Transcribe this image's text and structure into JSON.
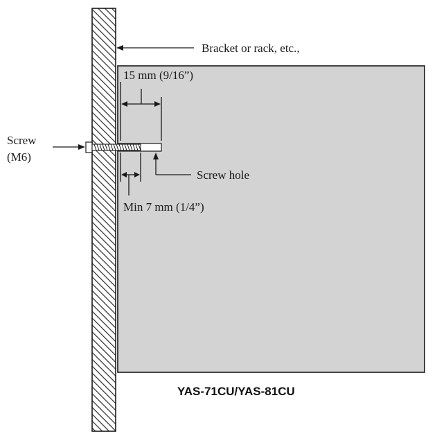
{
  "labels": {
    "bracket": "Bracket or rack, etc.,",
    "screw_line1": "Screw",
    "screw_line2": "(M6)",
    "depth_dimension": "15 mm (9/16”)",
    "screw_hole": "Screw hole",
    "min_dimension": "Min 7 mm (1/4”)",
    "model": "YAS-71CU/YAS-81CU"
  },
  "colors": {
    "unit_fill": "#d3d3d3",
    "outline": "#1a1a1a",
    "hatch": "#2a2a2a",
    "background": "#ffffff"
  }
}
